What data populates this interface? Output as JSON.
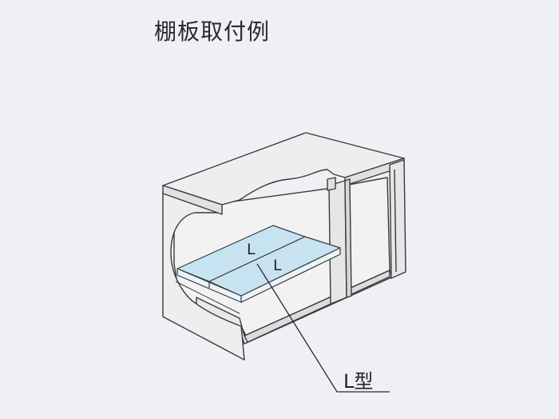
{
  "title": "棚板取付例",
  "shelf_marks": [
    "L",
    "L"
  ],
  "callout_label": "L型",
  "colors": {
    "background": "#eef0f6",
    "cabinet_fill": "#efeeee",
    "cabinet_stroke": "#3a3a3a",
    "shelf_top": "#c7e3f2",
    "shelf_edge": "#eaf5fb"
  }
}
